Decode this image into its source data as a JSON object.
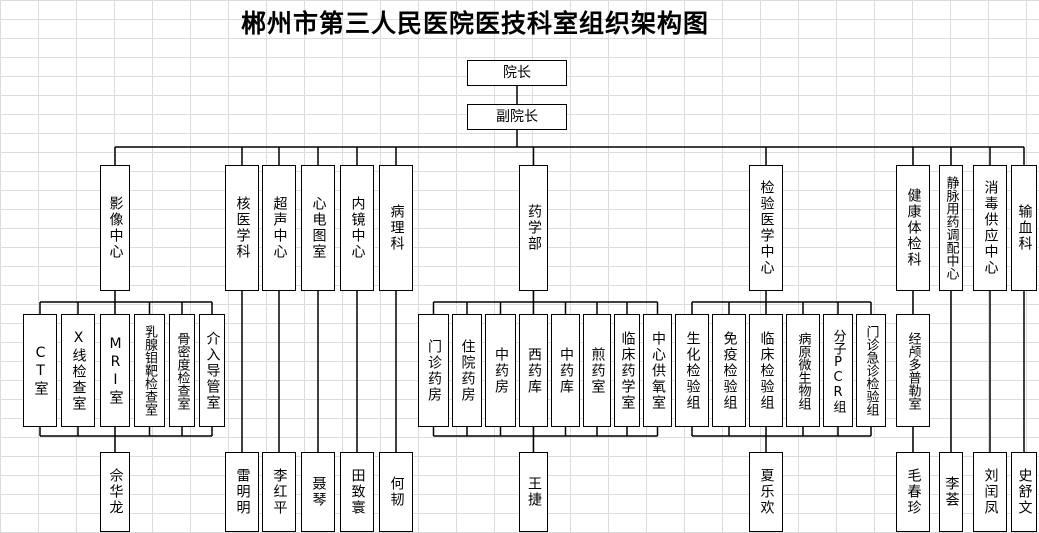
{
  "title": "郴州市第三人民医院医技科室组织架构图",
  "leadership": {
    "director": "院长",
    "deputy": "副院长"
  },
  "departments": [
    {
      "name": "影像中心",
      "subunits": [
        "CT室",
        "X线检查室",
        "MRI室",
        "乳腺钼靶检查室",
        "骨密度检查室",
        "介入导管室"
      ],
      "head": "佘华龙"
    },
    {
      "name": "核医学科",
      "subunits": [],
      "head": "雷明明"
    },
    {
      "name": "超声中心",
      "subunits": [],
      "head": "李红平"
    },
    {
      "name": "心电图室",
      "subunits": [],
      "head": "聂琴"
    },
    {
      "name": "内镜中心",
      "subunits": [],
      "head": "田致寰"
    },
    {
      "name": "病理科",
      "subunits": [],
      "head": "何韧"
    },
    {
      "name": "药学部",
      "subunits": [
        "门诊药房",
        "住院药房",
        "中药房",
        "西药库",
        "中药库",
        "煎药室",
        "临床药学室",
        "中心供氧室"
      ],
      "head": "王捷"
    },
    {
      "name": "检验医学中心",
      "subunits": [
        "生化检验组",
        "免疫检验组",
        "临床检验组",
        "病原微生物组",
        "分子PCR组",
        "门诊急诊检验组"
      ],
      "head": "夏乐欢"
    },
    {
      "name": "健康体检科",
      "subunits": [
        "经颅多普勒室"
      ],
      "head": "毛春珍"
    },
    {
      "name": "静脉用药调配中心",
      "subunits": [],
      "head": "李荟"
    },
    {
      "name": "消毒供应中心",
      "subunits": [],
      "head": "刘闰凤"
    },
    {
      "name": "输血科",
      "subunits": [],
      "head": "史舒文"
    }
  ]
}
